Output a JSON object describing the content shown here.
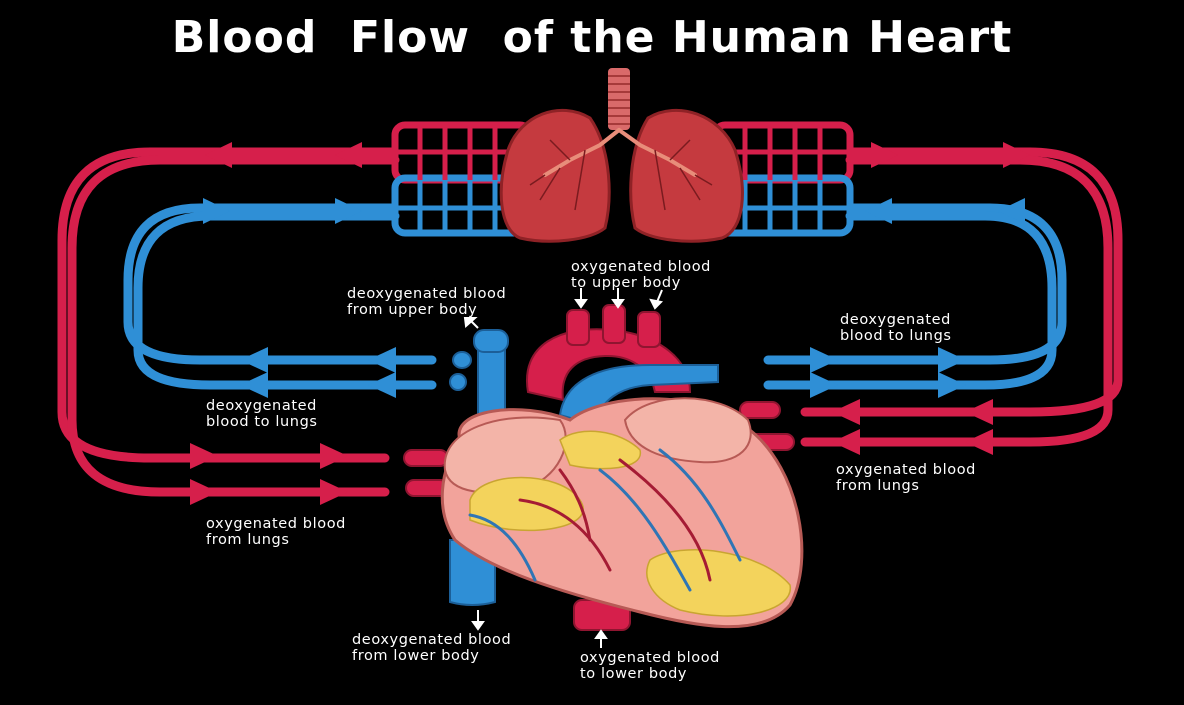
{
  "title": "Blood  Flow  of the Human Heart",
  "colors": {
    "background": "#000000",
    "oxygenated": "#d61f4b",
    "deoxygenated": "#2f8fd6",
    "lung": "#c53a3f",
    "heart_muscle": "#f2a39b",
    "fat": "#f3d35c",
    "text": "#ffffff"
  },
  "labels": {
    "oxy_upper": {
      "line1": "oxygenated blood",
      "line2": "to upper body"
    },
    "deoxy_upper": {
      "line1": "deoxygenated blood",
      "line2": "from upper body"
    },
    "deoxy_lungs_right": {
      "line1": "deoxygenated",
      "line2": "blood to lungs"
    },
    "deoxy_lungs_left": {
      "line1": "deoxygenated",
      "line2": "blood to lungs"
    },
    "oxy_lungs_right": {
      "line1": "oxygenated blood",
      "line2": "from lungs"
    },
    "oxy_lungs_left": {
      "line1": "oxygenated blood",
      "line2": "from lungs"
    },
    "deoxy_lower": {
      "line1": "deoxygenated blood",
      "line2": "from lower body"
    },
    "oxy_lower": {
      "line1": "oxygenated blood",
      "line2": "to lower body"
    }
  }
}
